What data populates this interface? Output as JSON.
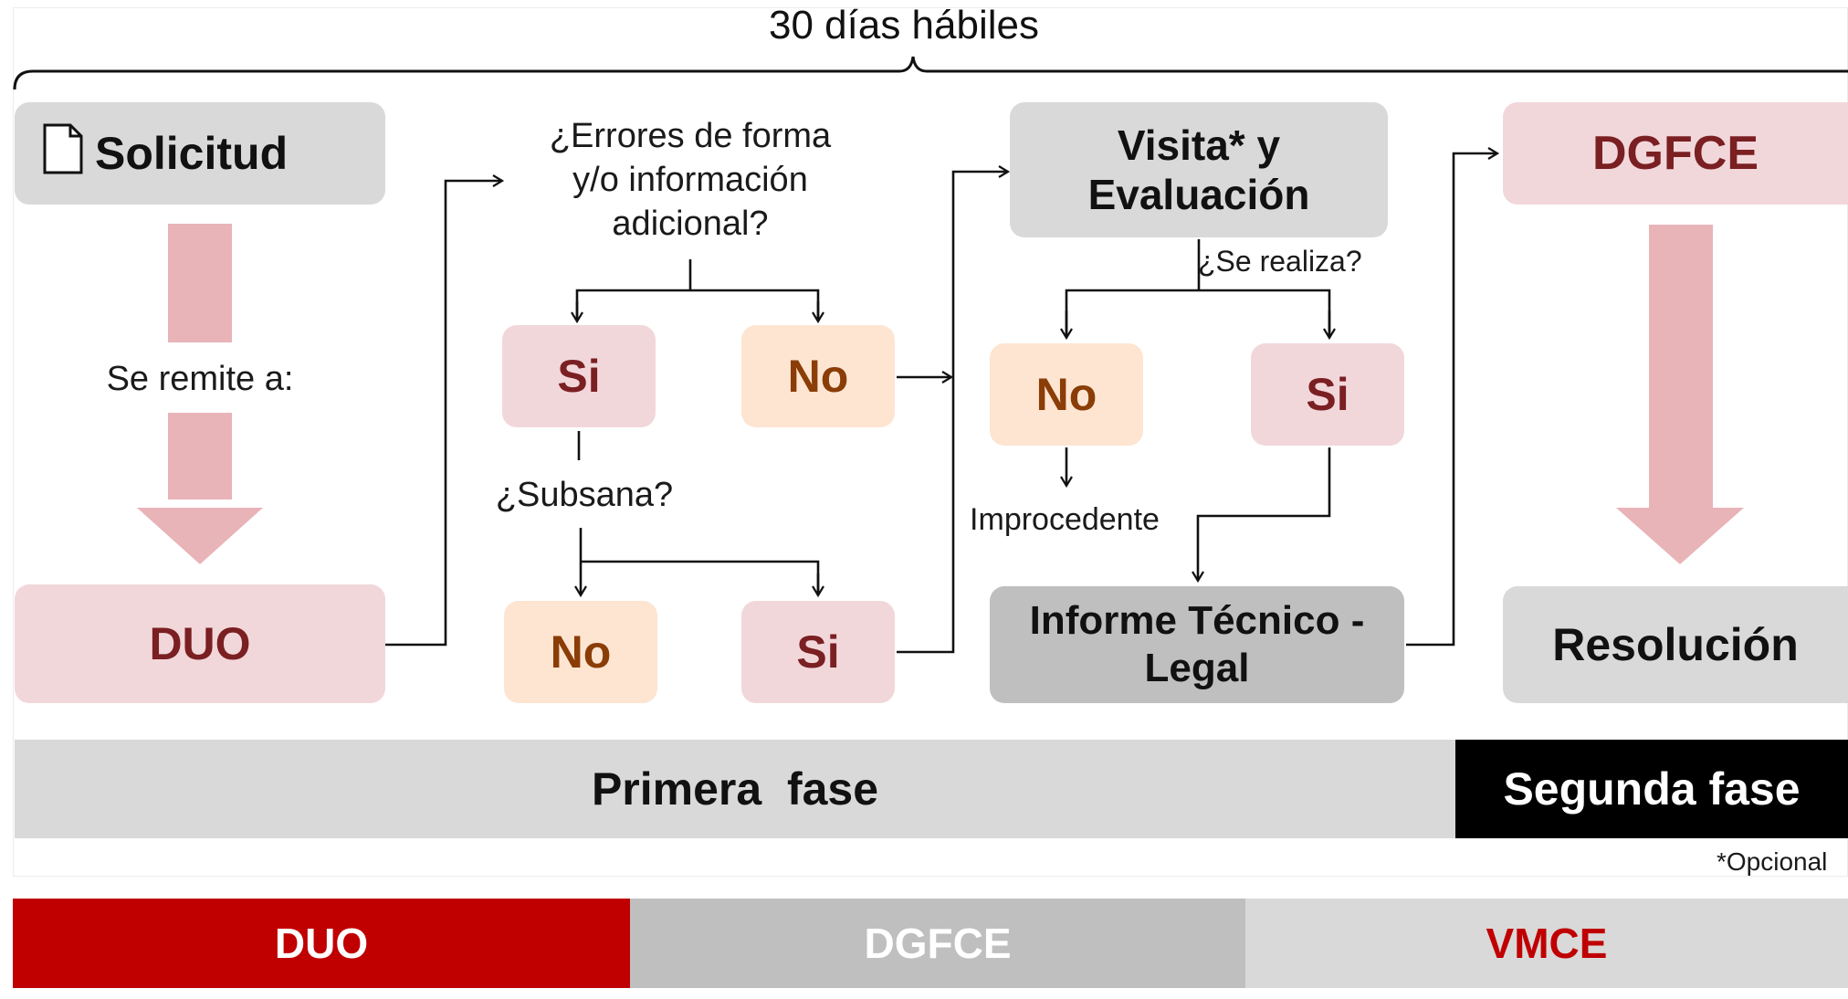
{
  "diagram": {
    "top_label": "30 días hábiles",
    "nodes": {
      "solicitud": "Solicitud",
      "se_remite": "Se remite a:",
      "duo": "DUO",
      "errores_question": "¿Errores de forma y/o información adicional?",
      "si_1": "Si",
      "no_1": "No",
      "subsana_question": "¿Subsana?",
      "no_2": "No",
      "si_2": "Si",
      "visita": "Visita* y Evaluación",
      "se_realiza_question": "¿Se realiza?",
      "no_3": "No",
      "si_3": "Si",
      "improcedente": "Improcedente",
      "informe": "Informe Técnico - Legal",
      "dgfce": "DGFCE",
      "resolucion": "Resolución"
    },
    "phases": {
      "primera": "Primera  fase",
      "segunda": "Segunda fase"
    },
    "footnote": "*Opcional"
  },
  "legend_bar": {
    "items": [
      "DUO",
      "DGFCE",
      "VMCE"
    ]
  },
  "colors": {
    "duo_red": "#c00000",
    "dgfce_gray": "#bfbfbf",
    "vmce_light": "#d9d9d9",
    "vmce_text": "#c00000",
    "pink_box": "#f2d7da",
    "peach_box": "#fde5d2",
    "gray_box": "#d9d9d9",
    "arrow_pink": "#e8b4b8"
  }
}
